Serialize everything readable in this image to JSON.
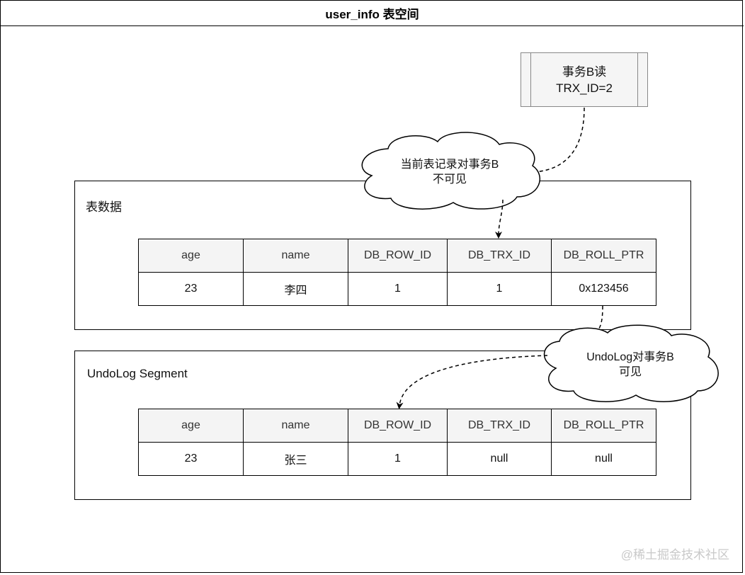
{
  "title": "user_info 表空间",
  "transaction_box": {
    "line1": "事务B读",
    "line2": "TRX_ID=2"
  },
  "cloud_top": {
    "line1": "当前表记录对事务B",
    "line2": "不可见"
  },
  "cloud_bottom": {
    "line1": "UndoLog对事务B",
    "line2": "可见"
  },
  "table_data_section": {
    "label": "表数据",
    "headers": [
      "age",
      "name",
      "DB_ROW_ID",
      "DB_TRX_ID",
      "DB_ROLL_PTR"
    ],
    "row": [
      "23",
      "李四",
      "1",
      "1",
      "0x123456"
    ]
  },
  "undolog_section": {
    "label": "UndoLog Segment",
    "headers": [
      "age",
      "name",
      "DB_ROW_ID",
      "DB_TRX_ID",
      "DB_ROLL_PTR"
    ],
    "row": [
      "23",
      "张三",
      "1",
      "null",
      "null"
    ]
  },
  "watermark": "@稀土掘金技术社区"
}
